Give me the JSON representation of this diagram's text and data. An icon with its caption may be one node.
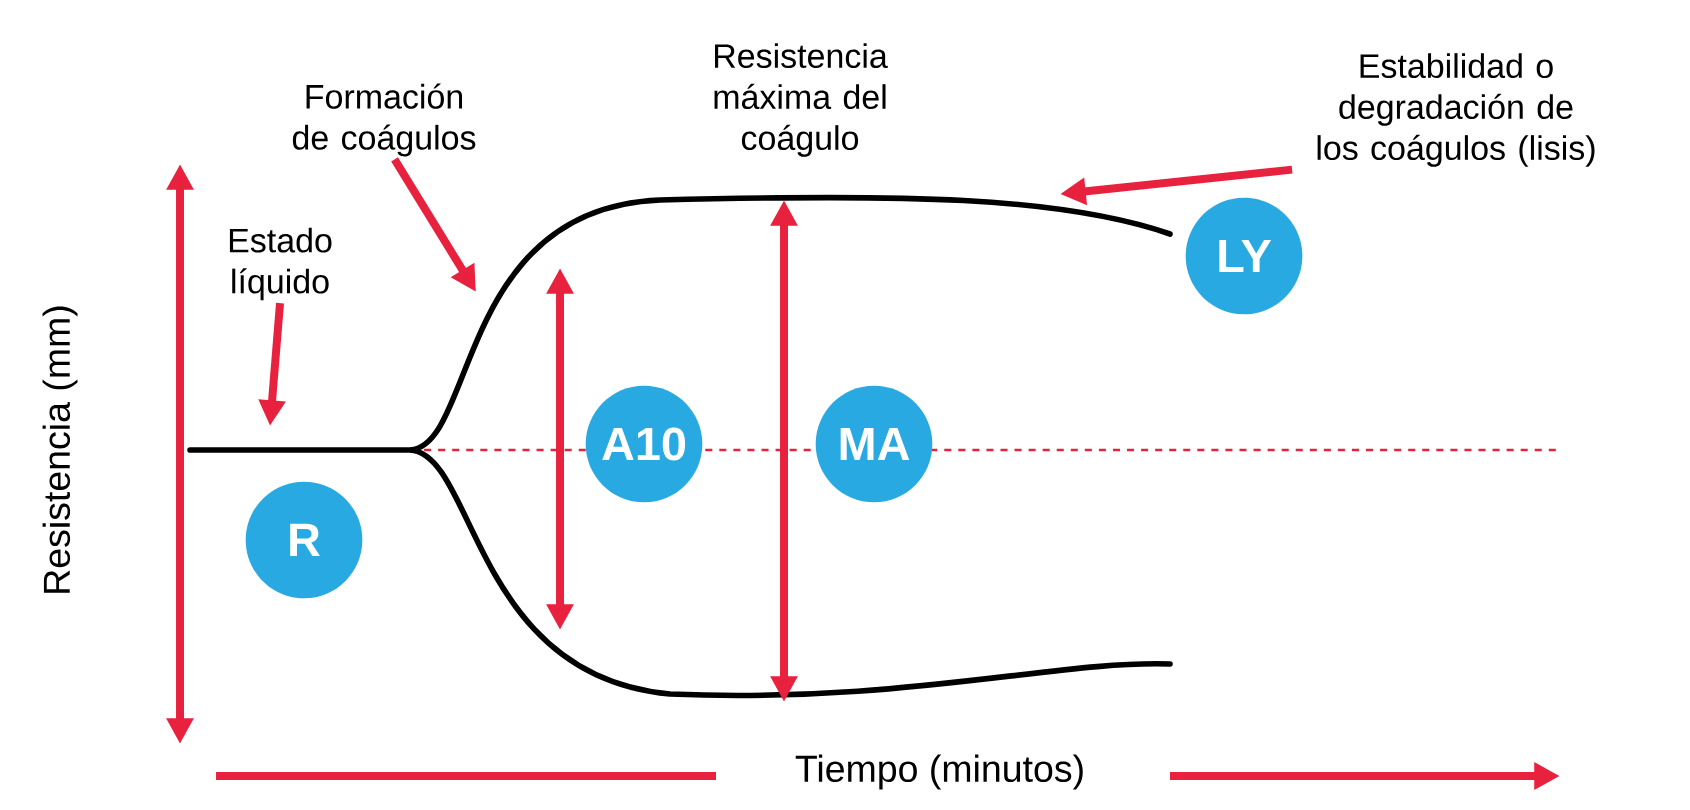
{
  "diagram": {
    "nodes": [
      {
        "text": [
          "Formación de coágulos"
        ]
      },
      {
        "text": [
          "Estabilidad o degradación de los coágulos (lisis)"
        ]
      },
      {
        "text": [
          "Estado líquido"
        ]
      },
      {
        "text": [
          "R"
        ]
      },
      {
        "text": [
          "A10"
        ]
      },
      {
        "text": [
          "MA"
        ]
      },
      {
        "text": [
          "LY"
        ]
      }
    ],
    "edges": [
      {
        "from": 0,
        "to": null,
        "arrow": "to"
      },
      {
        "from": 1,
        "to": null,
        "arrow": "to"
      },
      {
        "from": 2,
        "to": null,
        "arrow": "to"
      }
    ],
    "labels": [
      "Resistencia máxima del coágulo",
      "Resistencia (mm)",
      "Tiempo (minutos)"
    ]
  }
}
